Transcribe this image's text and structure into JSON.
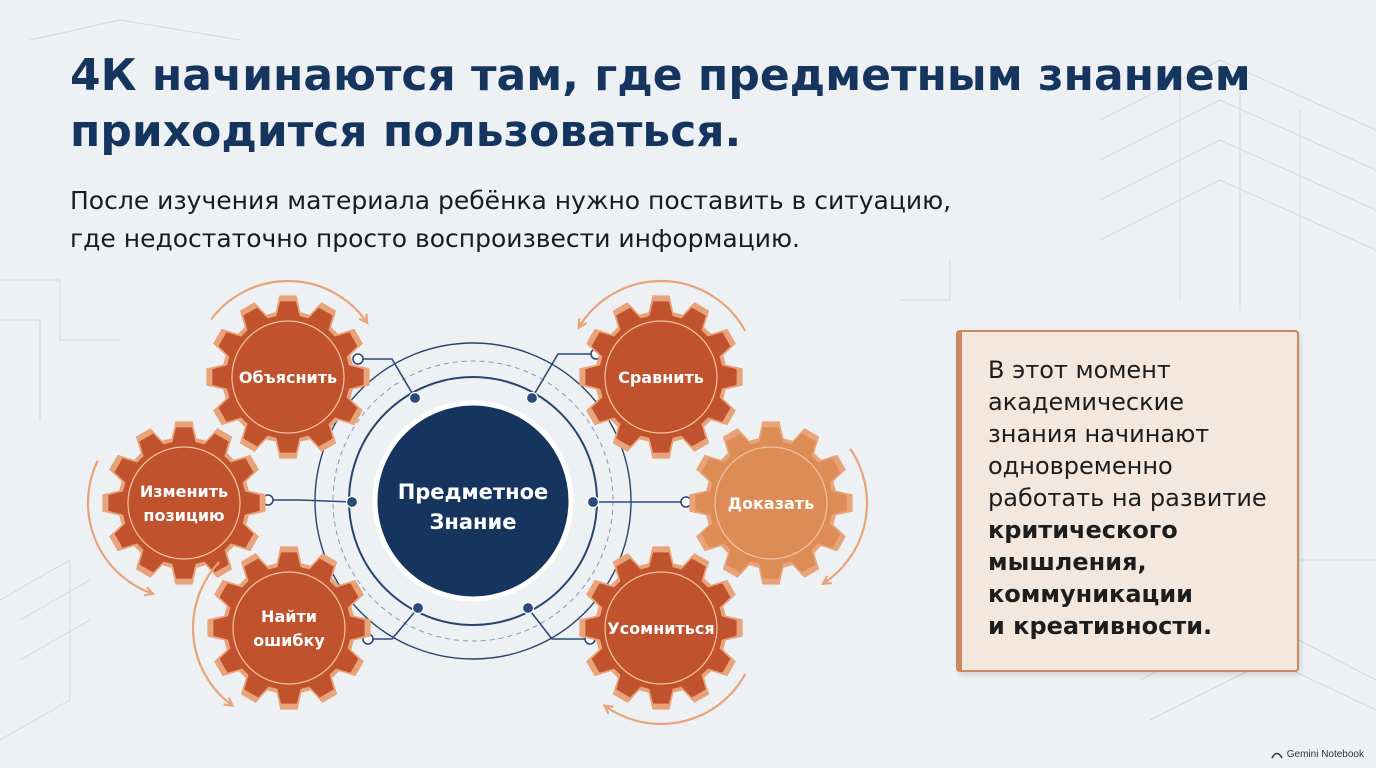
{
  "title": "4К начинаются там, где предметным знанием приходится пользоваться.",
  "subtitle_lines": [
    "После изучения материала ребёнка нужно поставить в ситуацию,",
    "где недостаточно просто воспроизвести информацию."
  ],
  "diagram": {
    "center": {
      "line1": "Предметное",
      "line2": "Знание"
    },
    "gears": [
      {
        "id": "explain",
        "lines": [
          "Объяснить"
        ],
        "tone": "dark"
      },
      {
        "id": "change-position",
        "lines": [
          "Изменить",
          "позицию"
        ],
        "tone": "dark"
      },
      {
        "id": "find-error",
        "lines": [
          "Найти",
          "ошибку"
        ],
        "tone": "dark"
      },
      {
        "id": "compare",
        "lines": [
          "Сравнить"
        ],
        "tone": "dark"
      },
      {
        "id": "prove",
        "lines": [
          "Доказать"
        ],
        "tone": "light"
      },
      {
        "id": "doubt",
        "lines": [
          "Усомниться"
        ],
        "tone": "dark"
      }
    ]
  },
  "callout": {
    "normal_lines": [
      "В этот момент",
      "академические",
      "знания начинают",
      "одновременно",
      "работать на развитие"
    ],
    "bold_lines": [
      "критического",
      "мышления,",
      "коммуникации",
      "и креативности."
    ]
  },
  "footer": {
    "text": "Gemini Notebook"
  },
  "colors": {
    "title": "#15355f",
    "center_fill": "#15355f",
    "gear_dark": "#c0522d",
    "gear_light": "#dd8c56",
    "gear_ring": "#e8a37a",
    "connector": "#2a4a78",
    "callout_bg": "#f4e8de",
    "callout_border": "#c9885f"
  }
}
